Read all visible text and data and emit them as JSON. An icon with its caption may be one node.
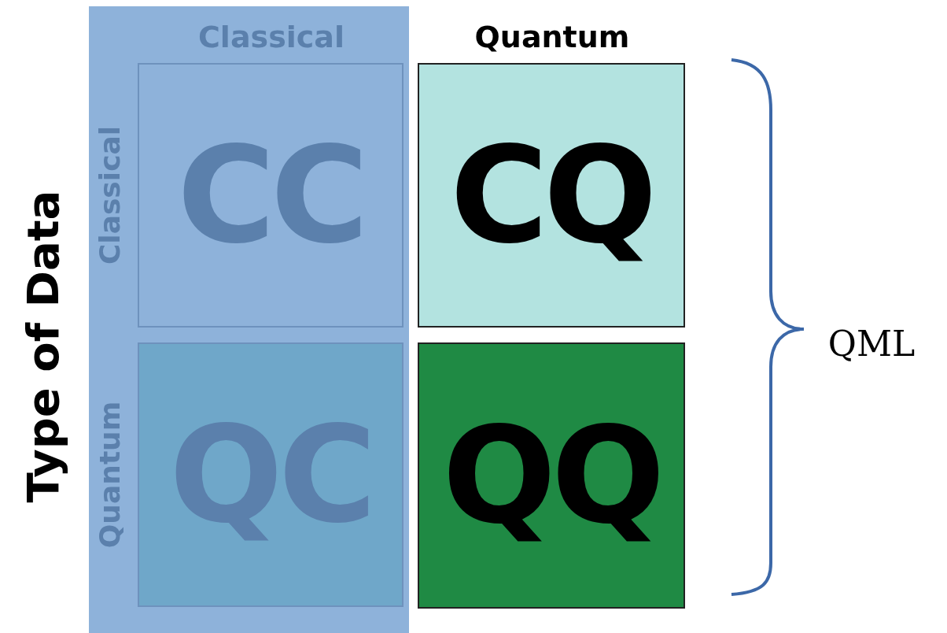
{
  "diagram": {
    "nodes": [
      {
        "text": [
          "CC"
        ]
      },
      {
        "text": [
          "CQ"
        ]
      },
      {
        "text": [
          "QC"
        ]
      },
      {
        "text": [
          "QQ"
        ]
      }
    ],
    "labels": [
      "Classical",
      "Quantum",
      "Classical",
      "Quantum",
      "Type of Data",
      "QML"
    ]
  }
}
